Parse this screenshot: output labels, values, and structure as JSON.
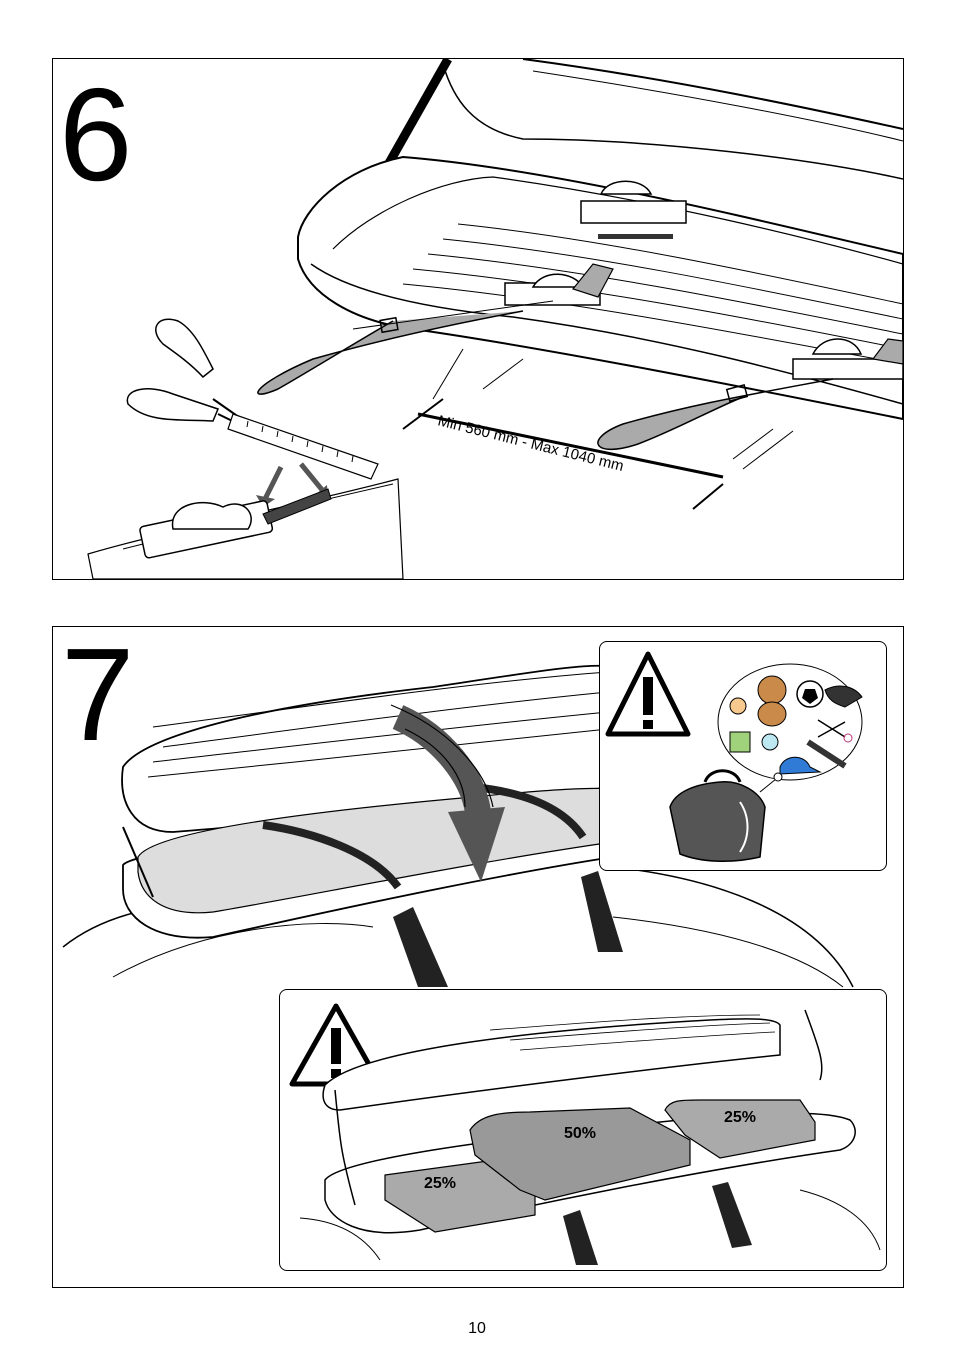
{
  "steps": [
    {
      "number": "6",
      "measurement": "Min 560 mm - Max 1040 mm"
    },
    {
      "number": "7",
      "load_distribution": {
        "left": "25%",
        "center": "50%",
        "right": "25%"
      }
    }
  ],
  "icons": {
    "warning": "warning-triangle-icon",
    "items": [
      "teddy-bear-icon",
      "soccer-ball-icon",
      "shoe-icon",
      "scissors-icon",
      "wrench-icon",
      "cap-icon",
      "bag-icon"
    ]
  },
  "page_number": "10"
}
